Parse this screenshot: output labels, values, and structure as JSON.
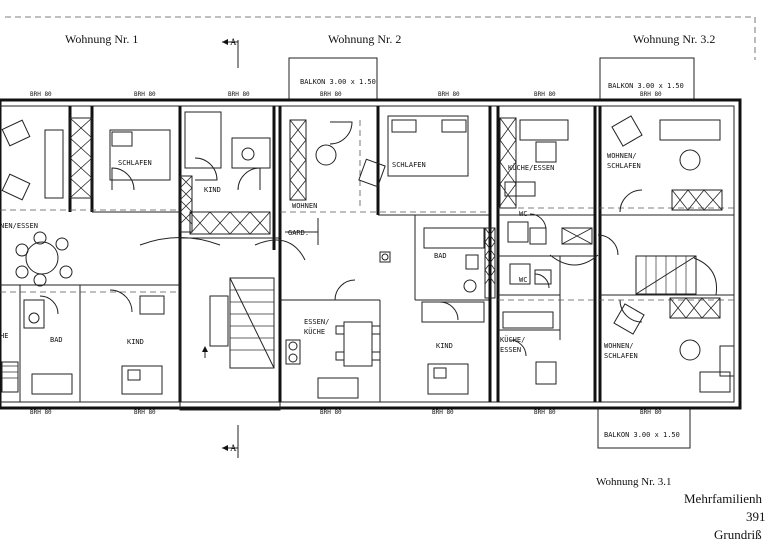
{
  "colors": {
    "ink": "#111111",
    "paper": "#ffffff"
  },
  "headings": {
    "apt1": "Wohnung Nr. 1",
    "apt2": "Wohnung Nr. 2",
    "apt32": "Wohnung Nr. 3.2",
    "apt31": "Wohnung Nr. 3.1"
  },
  "balconies": {
    "b2": "BALKON 3.00 x 1.50",
    "b32": "BALKON 3.00 x 1.50",
    "b31": "BALKON 3.00 x 1.50"
  },
  "rooms": {
    "apt1_schlafen": "SCHLAFEN",
    "apt1_wohnen_essen": "NEN/ESSEN",
    "apt1_kueche": "HE",
    "apt1_bad": "BAD",
    "apt1_kind1": "KIND",
    "apt1_kind2": "KIND",
    "apt2_wohnen": "WOHNEN",
    "apt2_gard": "GARD.",
    "apt2_schlafen": "SCHLAFEN",
    "apt2_essen_kueche_1": "ESSEN/",
    "apt2_essen_kueche_2": "KÜCHE",
    "apt2_bad": "BAD",
    "apt2_kind": "KIND",
    "apt32_kueche_essen": "KÜCHE/ESSEN",
    "apt32_wc": "WC",
    "apt32_wohnen_1": "WOHNEN/",
    "apt32_wohnen_2": "SCHLAFEN",
    "apt31_wc": "WC",
    "apt31_kueche_1": "KÜCHE/",
    "apt31_kueche_2": "ESSEN",
    "apt31_wohnen_1": "WOHNEN/",
    "apt31_wohnen_2": "SCHLAFEN"
  },
  "window_tags": {
    "w1": "BRH 80",
    "w2": "BRH 80",
    "w3": "BRH 80",
    "w4": "BRH 80",
    "w5": "BRH 80",
    "w6": "BRH 80",
    "w7": "BRH 80",
    "w8": "BRH 80",
    "w9": "BRH 80",
    "w10": "BRH 80",
    "w11": "BRH 80",
    "w12": "BRH 80",
    "w13": "BRH 80"
  },
  "section_marks": {
    "top": "A",
    "bottom": "A"
  },
  "title_block": {
    "line1": "Mehrfamilienh",
    "line2": "391",
    "line3": "Grundriß"
  }
}
